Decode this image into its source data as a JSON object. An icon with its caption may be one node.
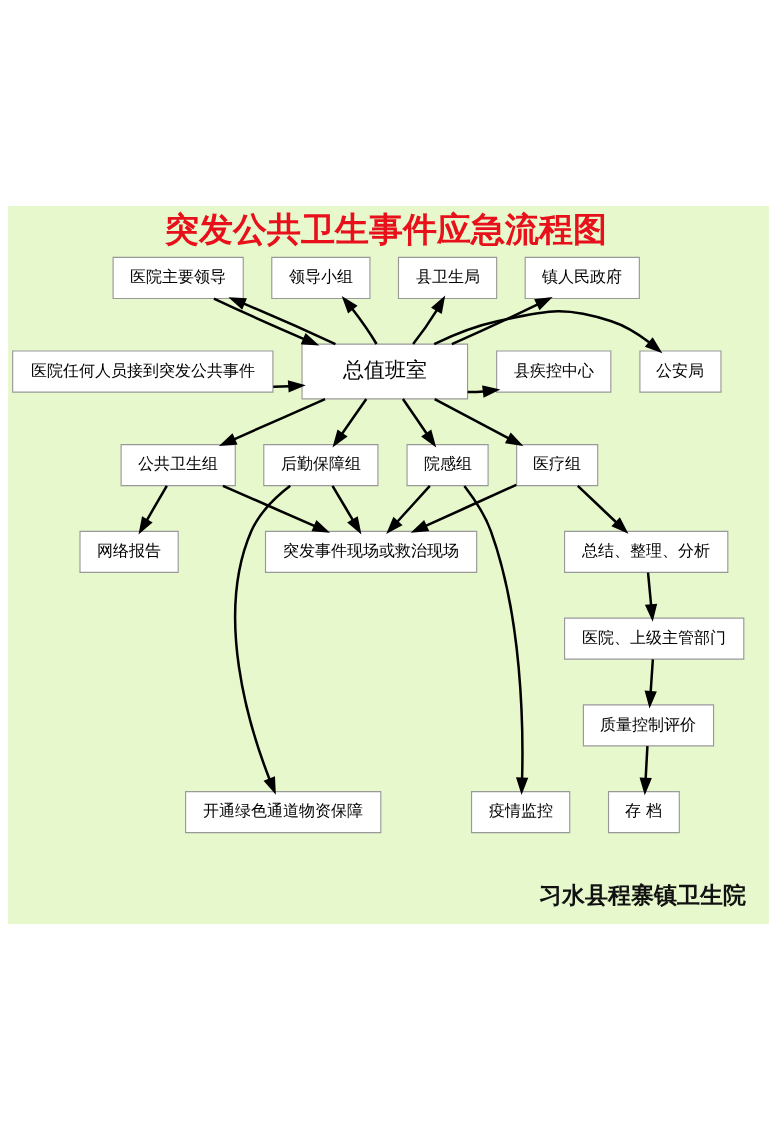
{
  "diagram": {
    "title": "突发公共卫生事件应急流程图",
    "caption": "习水县程寨镇卫生院",
    "nodes": [
      {
        "text": [
          "医院主要领导"
        ]
      },
      {
        "text": [
          "领导小组"
        ]
      },
      {
        "text": [
          "县卫生局"
        ]
      },
      {
        "text": [
          "镇人民政府"
        ]
      },
      {
        "text": [
          "医院任何人员接到突发公共事件"
        ]
      },
      {
        "text": [
          "总值班室"
        ]
      },
      {
        "text": [
          "县疾控中心"
        ]
      },
      {
        "text": [
          "公安局"
        ]
      },
      {
        "text": [
          "公共卫生组"
        ]
      },
      {
        "text": [
          "后勤保障组"
        ]
      },
      {
        "text": [
          "院感组"
        ]
      },
      {
        "text": [
          "医疗组"
        ]
      },
      {
        "text": [
          "总结、整理、分析"
        ]
      },
      {
        "text": [
          "网络报告"
        ]
      },
      {
        "text": [
          "突发事件现场或救治现场"
        ]
      },
      {
        "text": [
          "医院、上级主管部门"
        ]
      },
      {
        "text": [
          "质量控制评价"
        ]
      },
      {
        "text": [
          "开通绿色通道物资保障"
        ]
      },
      {
        "text": [
          "疫情监控"
        ]
      },
      {
        "text": [
          "存 档"
        ]
      }
    ],
    "edges": [
      {
        "from": 5,
        "to": 0,
        "arrow": "to"
      },
      {
        "from": 0,
        "to": 5,
        "arrow": "to"
      },
      {
        "from": 5,
        "to": 1,
        "arrow": "to"
      },
      {
        "from": 5,
        "to": 2,
        "arrow": "to"
      },
      {
        "from": 5,
        "to": 3,
        "arrow": "to"
      },
      {
        "from": 4,
        "to": 5,
        "arrow": "to"
      },
      {
        "from": 5,
        "to": 6,
        "arrow": "to"
      },
      {
        "from": 5,
        "to": 7,
        "arrow": "to"
      },
      {
        "from": 5,
        "to": 8,
        "arrow": "to"
      },
      {
        "from": 5,
        "to": 9,
        "arrow": "to"
      },
      {
        "from": 5,
        "to": 10,
        "arrow": "to"
      },
      {
        "from": 5,
        "to": 11,
        "arrow": "to"
      },
      {
        "from": 8,
        "to": 13,
        "arrow": "to"
      },
      {
        "from": 8,
        "to": 14,
        "arrow": "to"
      },
      {
        "from": 9,
        "to": 14,
        "arrow": "to"
      },
      {
        "from": 9,
        "to": 17,
        "arrow": "to"
      },
      {
        "from": 10,
        "to": 14,
        "arrow": "to"
      },
      {
        "from": 10,
        "to": 18,
        "arrow": "to"
      },
      {
        "from": 11,
        "to": 14,
        "arrow": "to"
      },
      {
        "from": 11,
        "to": 12,
        "arrow": "to"
      },
      {
        "from": 12,
        "to": 15,
        "arrow": "to"
      },
      {
        "from": 15,
        "to": 16,
        "arrow": "to"
      },
      {
        "from": 16,
        "to": 19,
        "arrow": "to"
      }
    ]
  }
}
